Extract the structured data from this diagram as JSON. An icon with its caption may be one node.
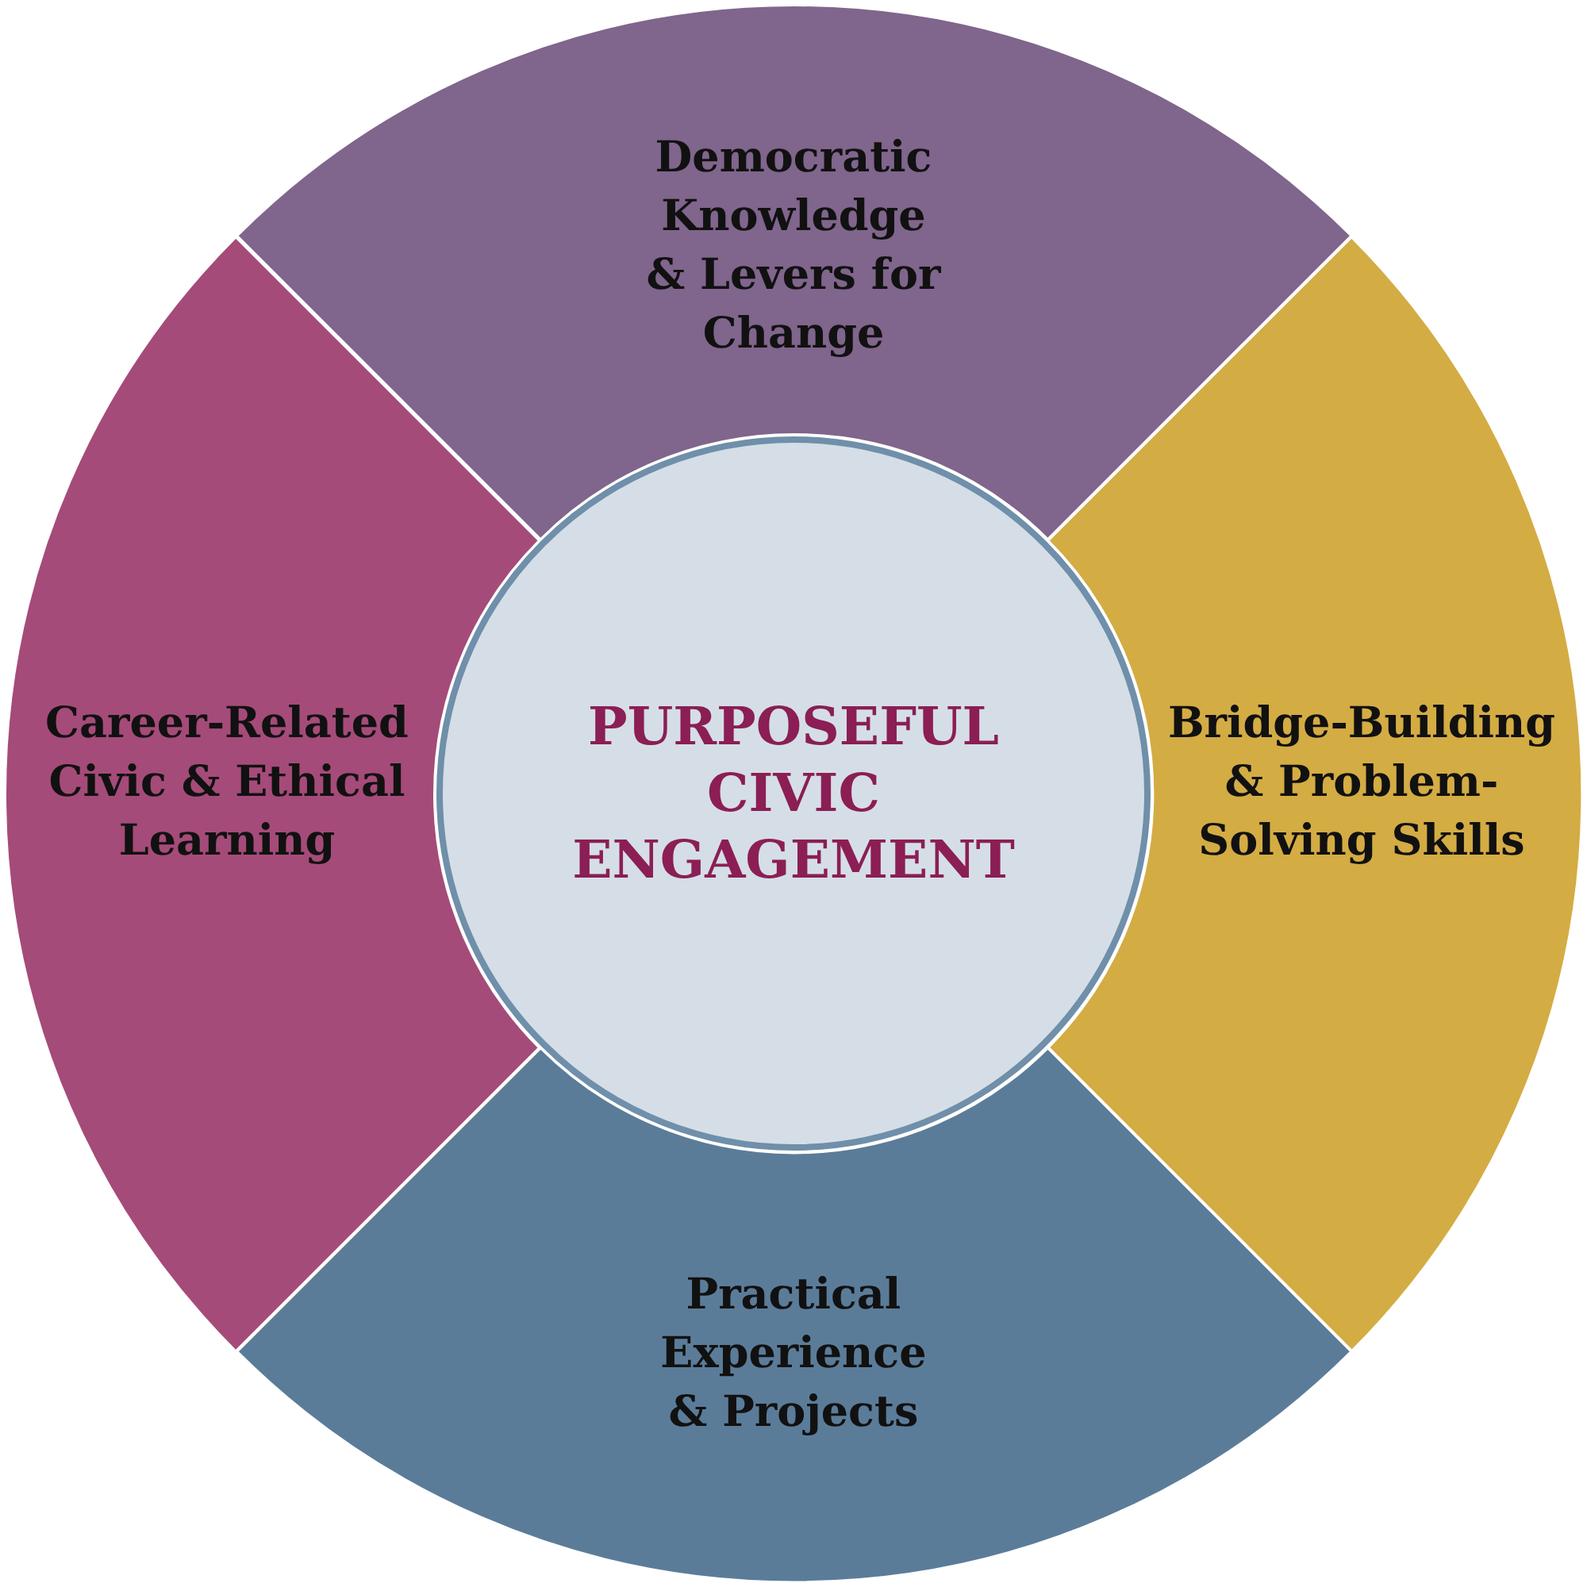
{
  "diagram": {
    "nodes": [
      {
        "text": [
          "Democratic Knowledge & Levers for Change"
        ]
      },
      {
        "text": [
          "Career-Related Civic & Ethical Learning"
        ]
      },
      {
        "text": [
          "PURPOSEFUL CIVIC ENGAGEMENT"
        ]
      },
      {
        "text": [
          "Bridge-Building & Problem-Solving Skills"
        ]
      },
      {
        "text": [
          "Practical Experience & Projects"
        ]
      }
    ]
  }
}
